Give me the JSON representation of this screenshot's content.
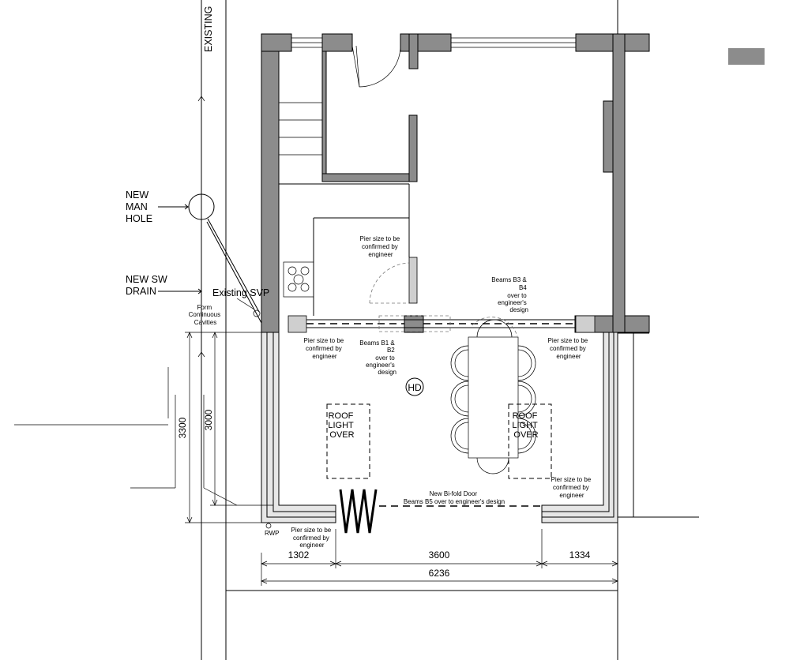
{
  "labels": {
    "existing_edge": "EXISTING",
    "manhole": [
      "NEW",
      "MAN",
      "HOLE"
    ],
    "sw_drain": [
      "NEW SW",
      "DRAIN"
    ],
    "svp": "Existing SVP",
    "cavities": [
      "Form",
      "Continuous",
      "Cavities"
    ],
    "pier_top": [
      "Pier size to be",
      "confirmed by",
      "engineer"
    ],
    "pier_left": [
      "Pier size to be",
      "confirmed by",
      "engineer"
    ],
    "pier_right": [
      "Pier size to be",
      "confirmed by",
      "engineer"
    ],
    "pier_bottom_right": [
      "Pier size to be",
      "confirmed by",
      "engineer"
    ],
    "pier_bottom_left": [
      "Pier size to be",
      "confirmed by",
      "engineer"
    ],
    "beams_b3_b4": [
      "Beams B3 &",
      "B4",
      "over to",
      "engineer's",
      "design"
    ],
    "beams_b1_b2": [
      "Beams B1 &",
      "B2",
      "over to",
      "engineer's",
      "design"
    ],
    "hd": "HD",
    "roof_light_left": [
      "ROOF",
      "LIGHT",
      "OVER"
    ],
    "roof_light_right": [
      "ROOF",
      "LIGHT",
      "OVER"
    ],
    "bifold": [
      "New Bi-fold Door",
      "Beams B5 over to engineer's design"
    ],
    "rwp": "RWP"
  },
  "dimensions": {
    "height_outer": "3300",
    "height_inner": "3000",
    "width_left": "1302",
    "width_middle": "3600",
    "width_right": "1334",
    "width_total": "6236"
  }
}
